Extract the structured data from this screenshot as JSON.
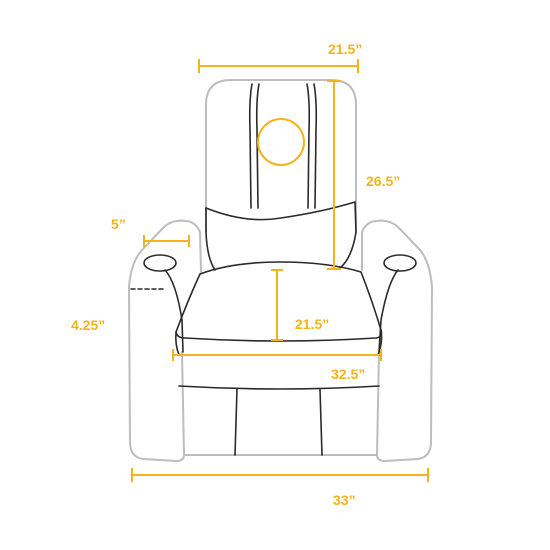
{
  "colors": {
    "outline": "#bdbdbd",
    "detail": "#2a2a2a",
    "accent": "#f2b31b",
    "background": "#ffffff"
  },
  "labels": {
    "back_width": "21.5”",
    "back_height": "26.5”",
    "cupholder": "5”",
    "arm_height": "4.25”",
    "seat_depth": "21.5”",
    "seat_width": "32.5”",
    "overall_width": "33”"
  }
}
